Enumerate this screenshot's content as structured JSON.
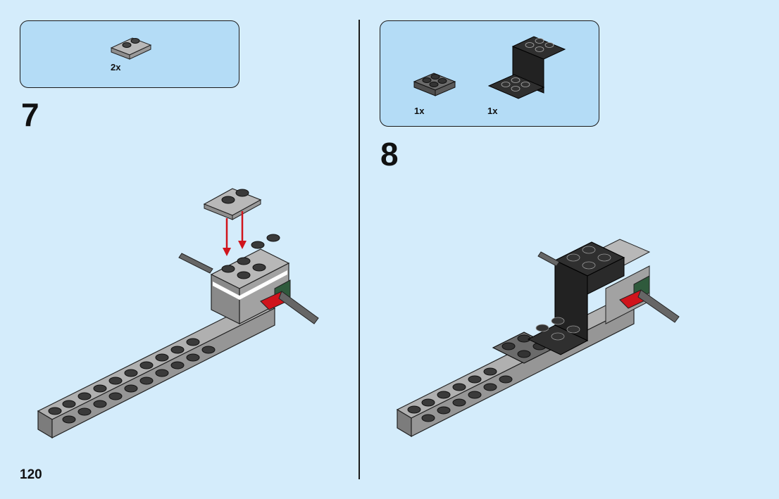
{
  "page_number": "120",
  "steps": [
    {
      "number": "7",
      "parts": [
        {
          "qty": "2x",
          "part": "grey-plate-1x2-with-rail"
        }
      ]
    },
    {
      "number": "8",
      "parts": [
        {
          "qty": "1x",
          "part": "dark-grey-plate-2x2"
        },
        {
          "qty": "1x",
          "part": "black-bracket-2x2-up"
        }
      ]
    }
  ],
  "colors": {
    "background": "#d4ecfb",
    "parts_box": "#b4dcf6",
    "light_grey": "#a8a8a8",
    "dark_grey": "#6b6b6b",
    "black": "#2a2a2a",
    "red": "#d0141c",
    "green": "#2f5a3c"
  }
}
